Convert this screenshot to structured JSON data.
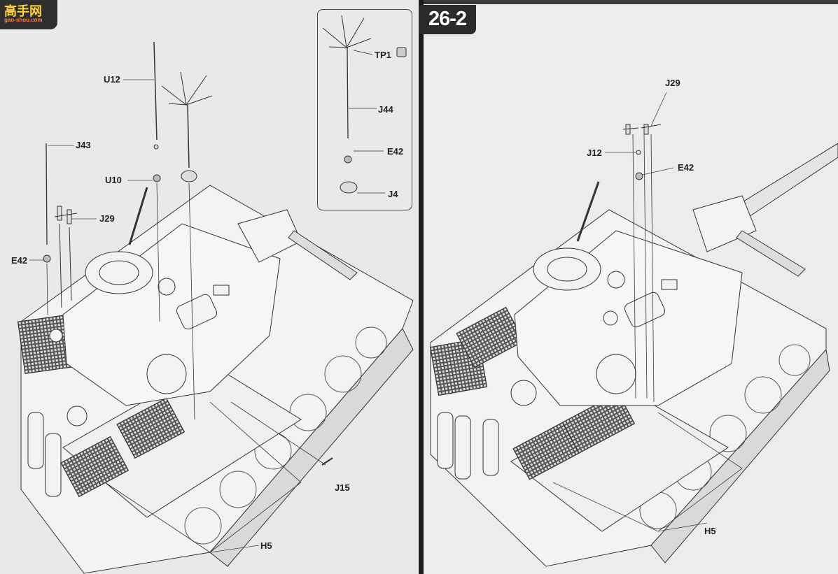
{
  "header": {
    "step_number": "26-2",
    "logo_text": "高手网",
    "logo_subtext": "gao-shou.com"
  },
  "left_page": {
    "labels": {
      "u12": "U12",
      "j43": "J43",
      "u10": "U10",
      "j29": "J29",
      "e42": "E42",
      "j15": "J15",
      "h5": "H5"
    },
    "inset": {
      "tp1": "TP1",
      "j44": "J44",
      "e42": "E42",
      "j4": "J4"
    }
  },
  "right_page": {
    "labels": {
      "j29": "J29",
      "j12": "J12",
      "e42": "E42",
      "h5": "H5"
    }
  }
}
